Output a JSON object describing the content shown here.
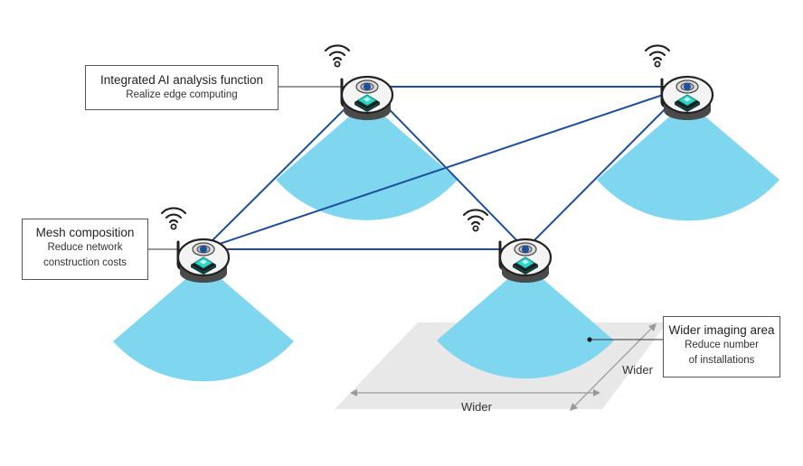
{
  "callouts": {
    "ai": {
      "title": "Integrated AI analysis function",
      "subtitle": "Realize edge computing"
    },
    "mesh": {
      "title": "Mesh composition",
      "subtitle_line1": "Reduce network",
      "subtitle_line2": "construction costs"
    },
    "area": {
      "title": "Wider imaging area",
      "subtitle_line1": "Reduce number",
      "subtitle_line2": "of installations"
    }
  },
  "dimensions": {
    "width_label_1": "Wider",
    "width_label_2": "Wider"
  },
  "colors": {
    "coverage": "#7fd6ef",
    "link": "#1d4fa0",
    "floor": "#e8e8e8",
    "chip": "#2fd6c9"
  },
  "icons": [
    "camera-icon",
    "wifi-icon",
    "ai-chip-icon"
  ]
}
